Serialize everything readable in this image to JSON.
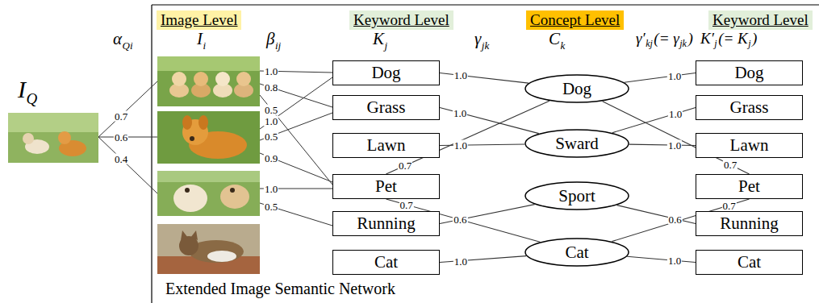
{
  "diagram": {
    "caption": "Extended Image Semantic Network",
    "nodes": [
      {
        "text": [
          "Image Level"
        ]
      },
      {
        "text": [
          "Keyword Level"
        ]
      },
      {
        "text": [
          "Concept Level"
        ]
      },
      {
        "text": [
          "Keyword Level"
        ]
      },
      {
        "text": [
          "Dog"
        ]
      },
      {
        "text": [
          "Grass"
        ]
      },
      {
        "text": [
          "Lawn"
        ]
      },
      {
        "text": [
          "Pet"
        ]
      },
      {
        "text": [
          "Running"
        ]
      },
      {
        "text": [
          "Cat"
        ]
      },
      {
        "text": [
          "Dog"
        ]
      },
      {
        "text": [
          "Sward"
        ]
      },
      {
        "text": [
          "Sport"
        ]
      },
      {
        "text": [
          "Cat"
        ]
      },
      {
        "text": [
          "Dog"
        ]
      },
      {
        "text": [
          "Grass"
        ]
      },
      {
        "text": [
          "Lawn"
        ]
      },
      {
        "text": [
          "Pet"
        ]
      },
      {
        "text": [
          "Running"
        ]
      },
      {
        "text": [
          "Cat"
        ]
      }
    ],
    "edges": [
      {
        "from": 4,
        "to": 10,
        "arrow": "none",
        "label": "1.0"
      },
      {
        "from": 5,
        "to": 11,
        "arrow": "none",
        "label": "1.0"
      },
      {
        "from": 6,
        "to": 11,
        "arrow": "none",
        "label": "1.0"
      },
      {
        "from": 7,
        "to": 10,
        "arrow": "none",
        "label": "0.7"
      },
      {
        "from": 7,
        "to": 13,
        "arrow": "none",
        "label": "0.7"
      },
      {
        "from": 8,
        "to": 12,
        "arrow": "none",
        "label": "0.6"
      },
      {
        "from": 9,
        "to": 13,
        "arrow": "none",
        "label": "1.0"
      },
      {
        "from": 10,
        "to": 14,
        "arrow": "none",
        "label": "1.0"
      },
      {
        "from": 11,
        "to": 15,
        "arrow": "none",
        "label": "1.0"
      },
      {
        "from": 11,
        "to": 16,
        "arrow": "none",
        "label": "1.0"
      },
      {
        "from": 10,
        "to": 17,
        "arrow": "none",
        "label": "0.7"
      },
      {
        "from": 13,
        "to": 17,
        "arrow": "none",
        "label": "0.7"
      },
      {
        "from": 12,
        "to": 18,
        "arrow": "none",
        "label": "0.6"
      },
      {
        "from": 13,
        "to": 19,
        "arrow": "none",
        "label": "1.0"
      }
    ],
    "labels": [
      "α",
      "Qi",
      "I",
      "i",
      "β",
      "ij",
      "K",
      "j",
      "γ",
      "jk",
      "C",
      "k",
      "γ′",
      "kj",
      "(= γ",
      "jk",
      ")",
      "K′",
      "j",
      "(= K",
      "j",
      ")",
      "I",
      "Q",
      "0.7",
      "0.6",
      "0.4",
      "1.0",
      "0.8",
      "0.5",
      "1.0",
      "0.5",
      "0.9",
      "1.0",
      "0.5"
    ]
  }
}
